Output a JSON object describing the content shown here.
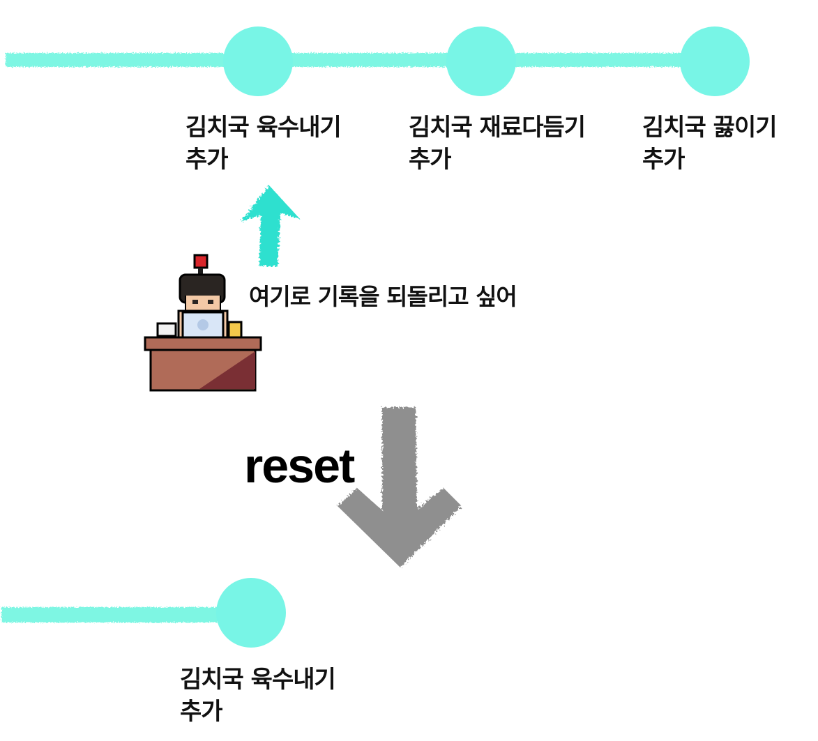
{
  "colors": {
    "timeline": "#7ef6e3",
    "commit": "#78f5e6",
    "up_arrow": "#2ee0cf",
    "reset_arrow": "#8f8f8f",
    "text": "#111111"
  },
  "top_timeline": {
    "commits": [
      {
        "label": "김치국 육수내기\n추가"
      },
      {
        "label": "김치국 재료다듬기\n추가"
      },
      {
        "label": "김치국 끓이기\n추가"
      }
    ]
  },
  "annotation": {
    "text": "여기로 기록을 되돌리고 싶어",
    "arrow_icon": "arrow-up-icon",
    "character_icon": "developer-at-desk-icon"
  },
  "reset": {
    "label": "reset",
    "arrow_icon": "arrow-down-icon"
  },
  "bottom_timeline": {
    "commits": [
      {
        "label": "김치국 육수내기\n추가"
      }
    ]
  }
}
